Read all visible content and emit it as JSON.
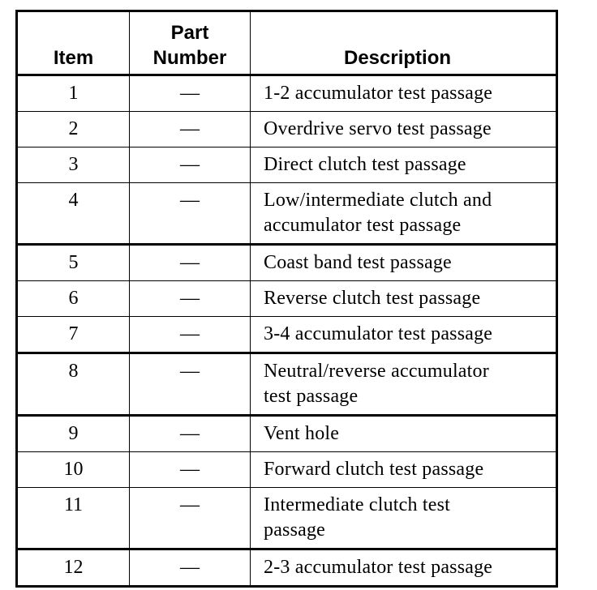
{
  "table": {
    "headers": {
      "item": "Item",
      "part_line1": "Part",
      "part_line2": "Number",
      "description": "Description"
    },
    "rows": [
      {
        "item": "1",
        "part": "—",
        "description": [
          "1-2 accumulator test passage"
        ]
      },
      {
        "item": "2",
        "part": "—",
        "description": [
          "Overdrive servo test passage"
        ]
      },
      {
        "item": "3",
        "part": "—",
        "description": [
          "Direct clutch test passage"
        ]
      },
      {
        "item": "4",
        "part": "—",
        "description": [
          "Low/intermediate clutch and",
          "accumulator test passage"
        ]
      },
      {
        "item": "5",
        "part": "—",
        "description": [
          "Coast band test passage"
        ]
      },
      {
        "item": "6",
        "part": "—",
        "description": [
          "Reverse clutch test passage"
        ]
      },
      {
        "item": "7",
        "part": "—",
        "description": [
          "3-4 accumulator test passage"
        ]
      },
      {
        "item": "8",
        "part": "—",
        "description": [
          "Neutral/reverse accumulator",
          "test passage"
        ]
      },
      {
        "item": "9",
        "part": "—",
        "description": [
          "Vent hole"
        ]
      },
      {
        "item": "10",
        "part": "—",
        "description": [
          "Forward clutch test passage"
        ]
      },
      {
        "item": "11",
        "part": "—",
        "description": [
          "Intermediate clutch test",
          "passage"
        ]
      },
      {
        "item": "12",
        "part": "—",
        "description": [
          "2-3 accumulator test passage"
        ]
      }
    ]
  }
}
